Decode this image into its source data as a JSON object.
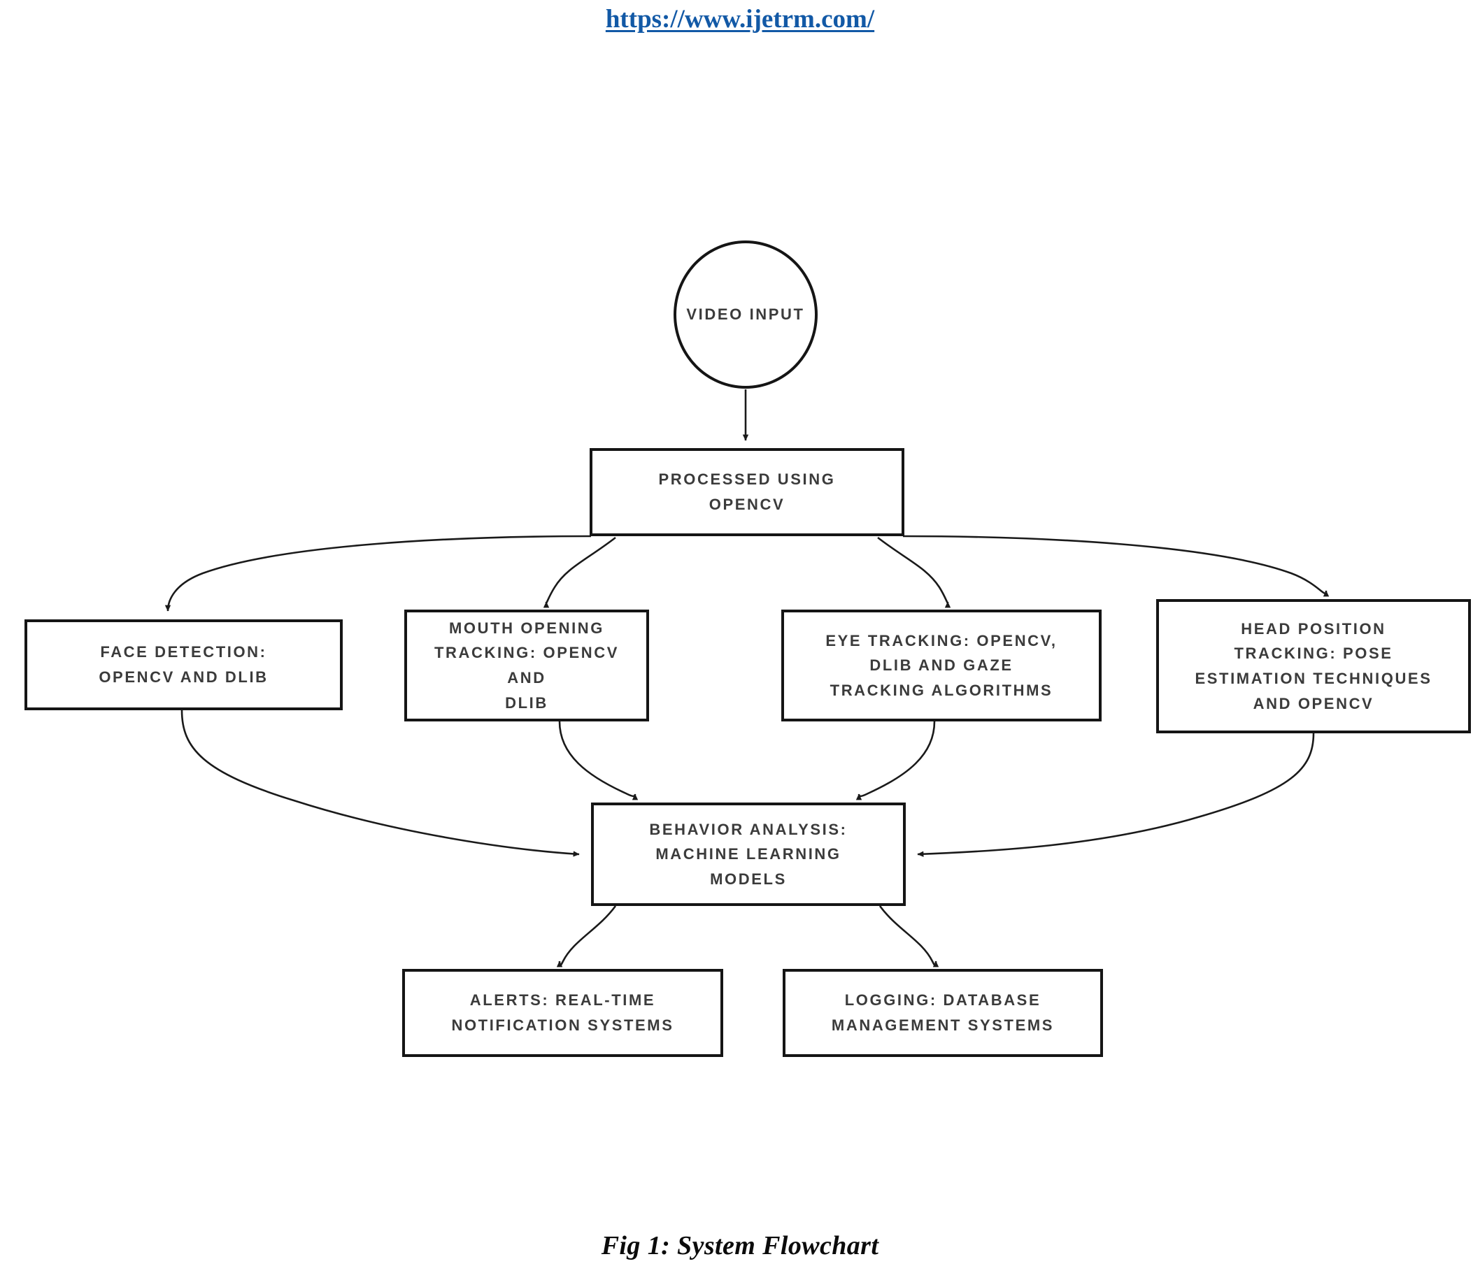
{
  "header": {
    "url_text": "https://www.ijetrm.com/",
    "url_color": "#1259a6"
  },
  "figure": {
    "caption": "Fig 1: System Flowchart"
  },
  "diagram_data": {
    "type": "flowchart",
    "title": "System Flowchart",
    "node_stroke_color": "#151515",
    "node_fill_color": "#ffffff",
    "text_color": "#3b3b3b",
    "edge_color": "#1a1a1a",
    "nodes": [
      {
        "id": "video_input",
        "shape": "circle",
        "label": "VIDEO INPUT"
      },
      {
        "id": "processed",
        "shape": "rect",
        "label": "PROCESSED USING\nOPENCV"
      },
      {
        "id": "face",
        "shape": "rect",
        "label": "FACE DETECTION:\nOPENCV AND DLIB"
      },
      {
        "id": "mouth",
        "shape": "rect",
        "label": "MOUTH OPENING\nTRACKING: OPENCV AND\nDLIB"
      },
      {
        "id": "eye",
        "shape": "rect",
        "label": "EYE TRACKING: OPENCV,\nDLIB AND GAZE\nTRACKING ALGORITHMS"
      },
      {
        "id": "head",
        "shape": "rect",
        "label": "HEAD POSITION\nTRACKING: POSE\nESTIMATION TECHNIQUES\nAND OPENCV"
      },
      {
        "id": "behavior",
        "shape": "rect",
        "label": "BEHAVIOR ANALYSIS:\nMACHINE LEARNING\nMODELS"
      },
      {
        "id": "alerts",
        "shape": "rect",
        "label": "ALERTS: REAL-TIME\nNOTIFICATION SYSTEMS"
      },
      {
        "id": "logging",
        "shape": "rect",
        "label": "LOGGING: DATABASE\nMANAGEMENT SYSTEMS"
      }
    ],
    "edges": [
      {
        "from": "video_input",
        "to": "processed",
        "style": "straight-arrow"
      },
      {
        "from": "processed",
        "to": "face",
        "style": "curved-arrow"
      },
      {
        "from": "processed",
        "to": "mouth",
        "style": "curved-arrow"
      },
      {
        "from": "processed",
        "to": "eye",
        "style": "curved-arrow"
      },
      {
        "from": "processed",
        "to": "head",
        "style": "curved-arrow"
      },
      {
        "from": "face",
        "to": "behavior",
        "style": "curved-arrow"
      },
      {
        "from": "mouth",
        "to": "behavior",
        "style": "curved-arrow"
      },
      {
        "from": "eye",
        "to": "behavior",
        "style": "curved-arrow"
      },
      {
        "from": "head",
        "to": "behavior",
        "style": "curved-arrow"
      },
      {
        "from": "behavior",
        "to": "alerts",
        "style": "curved-arrow"
      },
      {
        "from": "behavior",
        "to": "logging",
        "style": "curved-arrow"
      }
    ]
  }
}
